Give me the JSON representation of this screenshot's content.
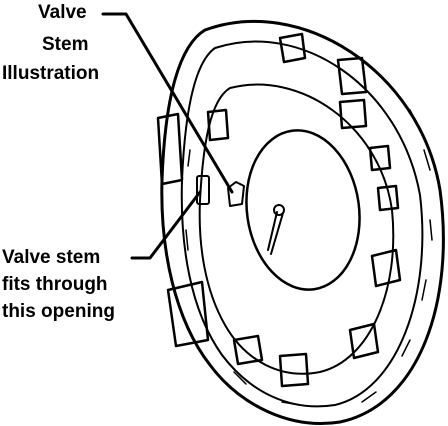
{
  "labels": {
    "valve_stem_illustration": [
      "Valve",
      "Stem",
      "Illustration"
    ],
    "valve_stem_opening": [
      "Valve stem",
      "fits through",
      "this opening"
    ]
  },
  "colors": {
    "ink": "#000000",
    "paper": "#ffffff"
  }
}
